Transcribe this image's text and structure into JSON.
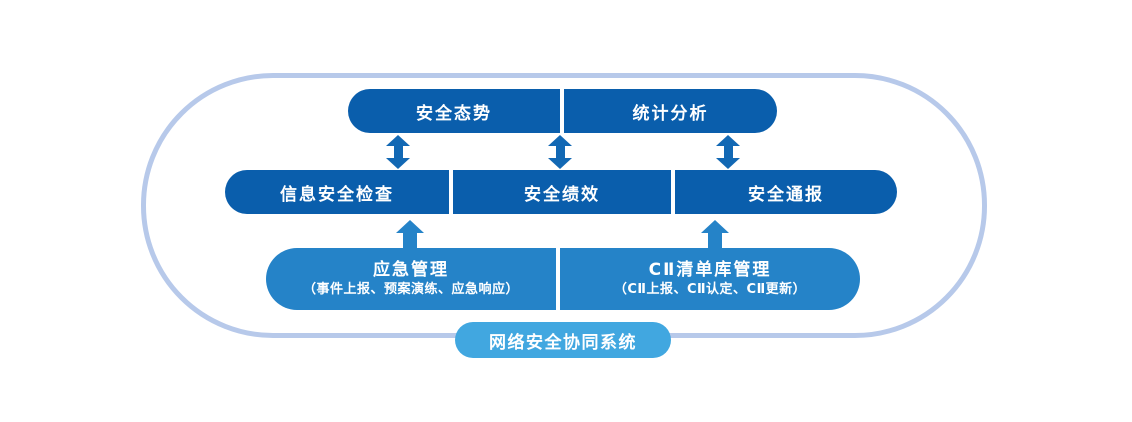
{
  "diagram": {
    "badge": {
      "label": "网络安全协同系统"
    },
    "rows": {
      "top": [
        {
          "label": "安全态势"
        },
        {
          "label": "统计分析"
        }
      ],
      "middle": [
        {
          "label": "信息安全检查"
        },
        {
          "label": "安全绩效"
        },
        {
          "label": "安全通报"
        }
      ],
      "bottom": [
        {
          "title": "应急管理",
          "subtitle": "（事件上报、预案演练、应急响应）"
        },
        {
          "title": "CⅡ清单库管理",
          "subtitle": "（CⅡ上报、CⅡ认定、CⅡ更新）"
        }
      ]
    },
    "icons": {
      "between_top_middle": "double-headed-vertical-arrow",
      "between_bottom_middle": "up-block-arrow"
    },
    "colors": {
      "box_dark_blue": "#0A5EAC",
      "box_medium_blue": "#2583C8",
      "badge_light_blue": "#41A7E0",
      "outline_light_blue": "#B7C9EA",
      "arrow_blue": "#1268B4",
      "text_white": "#FFFFFF"
    }
  }
}
